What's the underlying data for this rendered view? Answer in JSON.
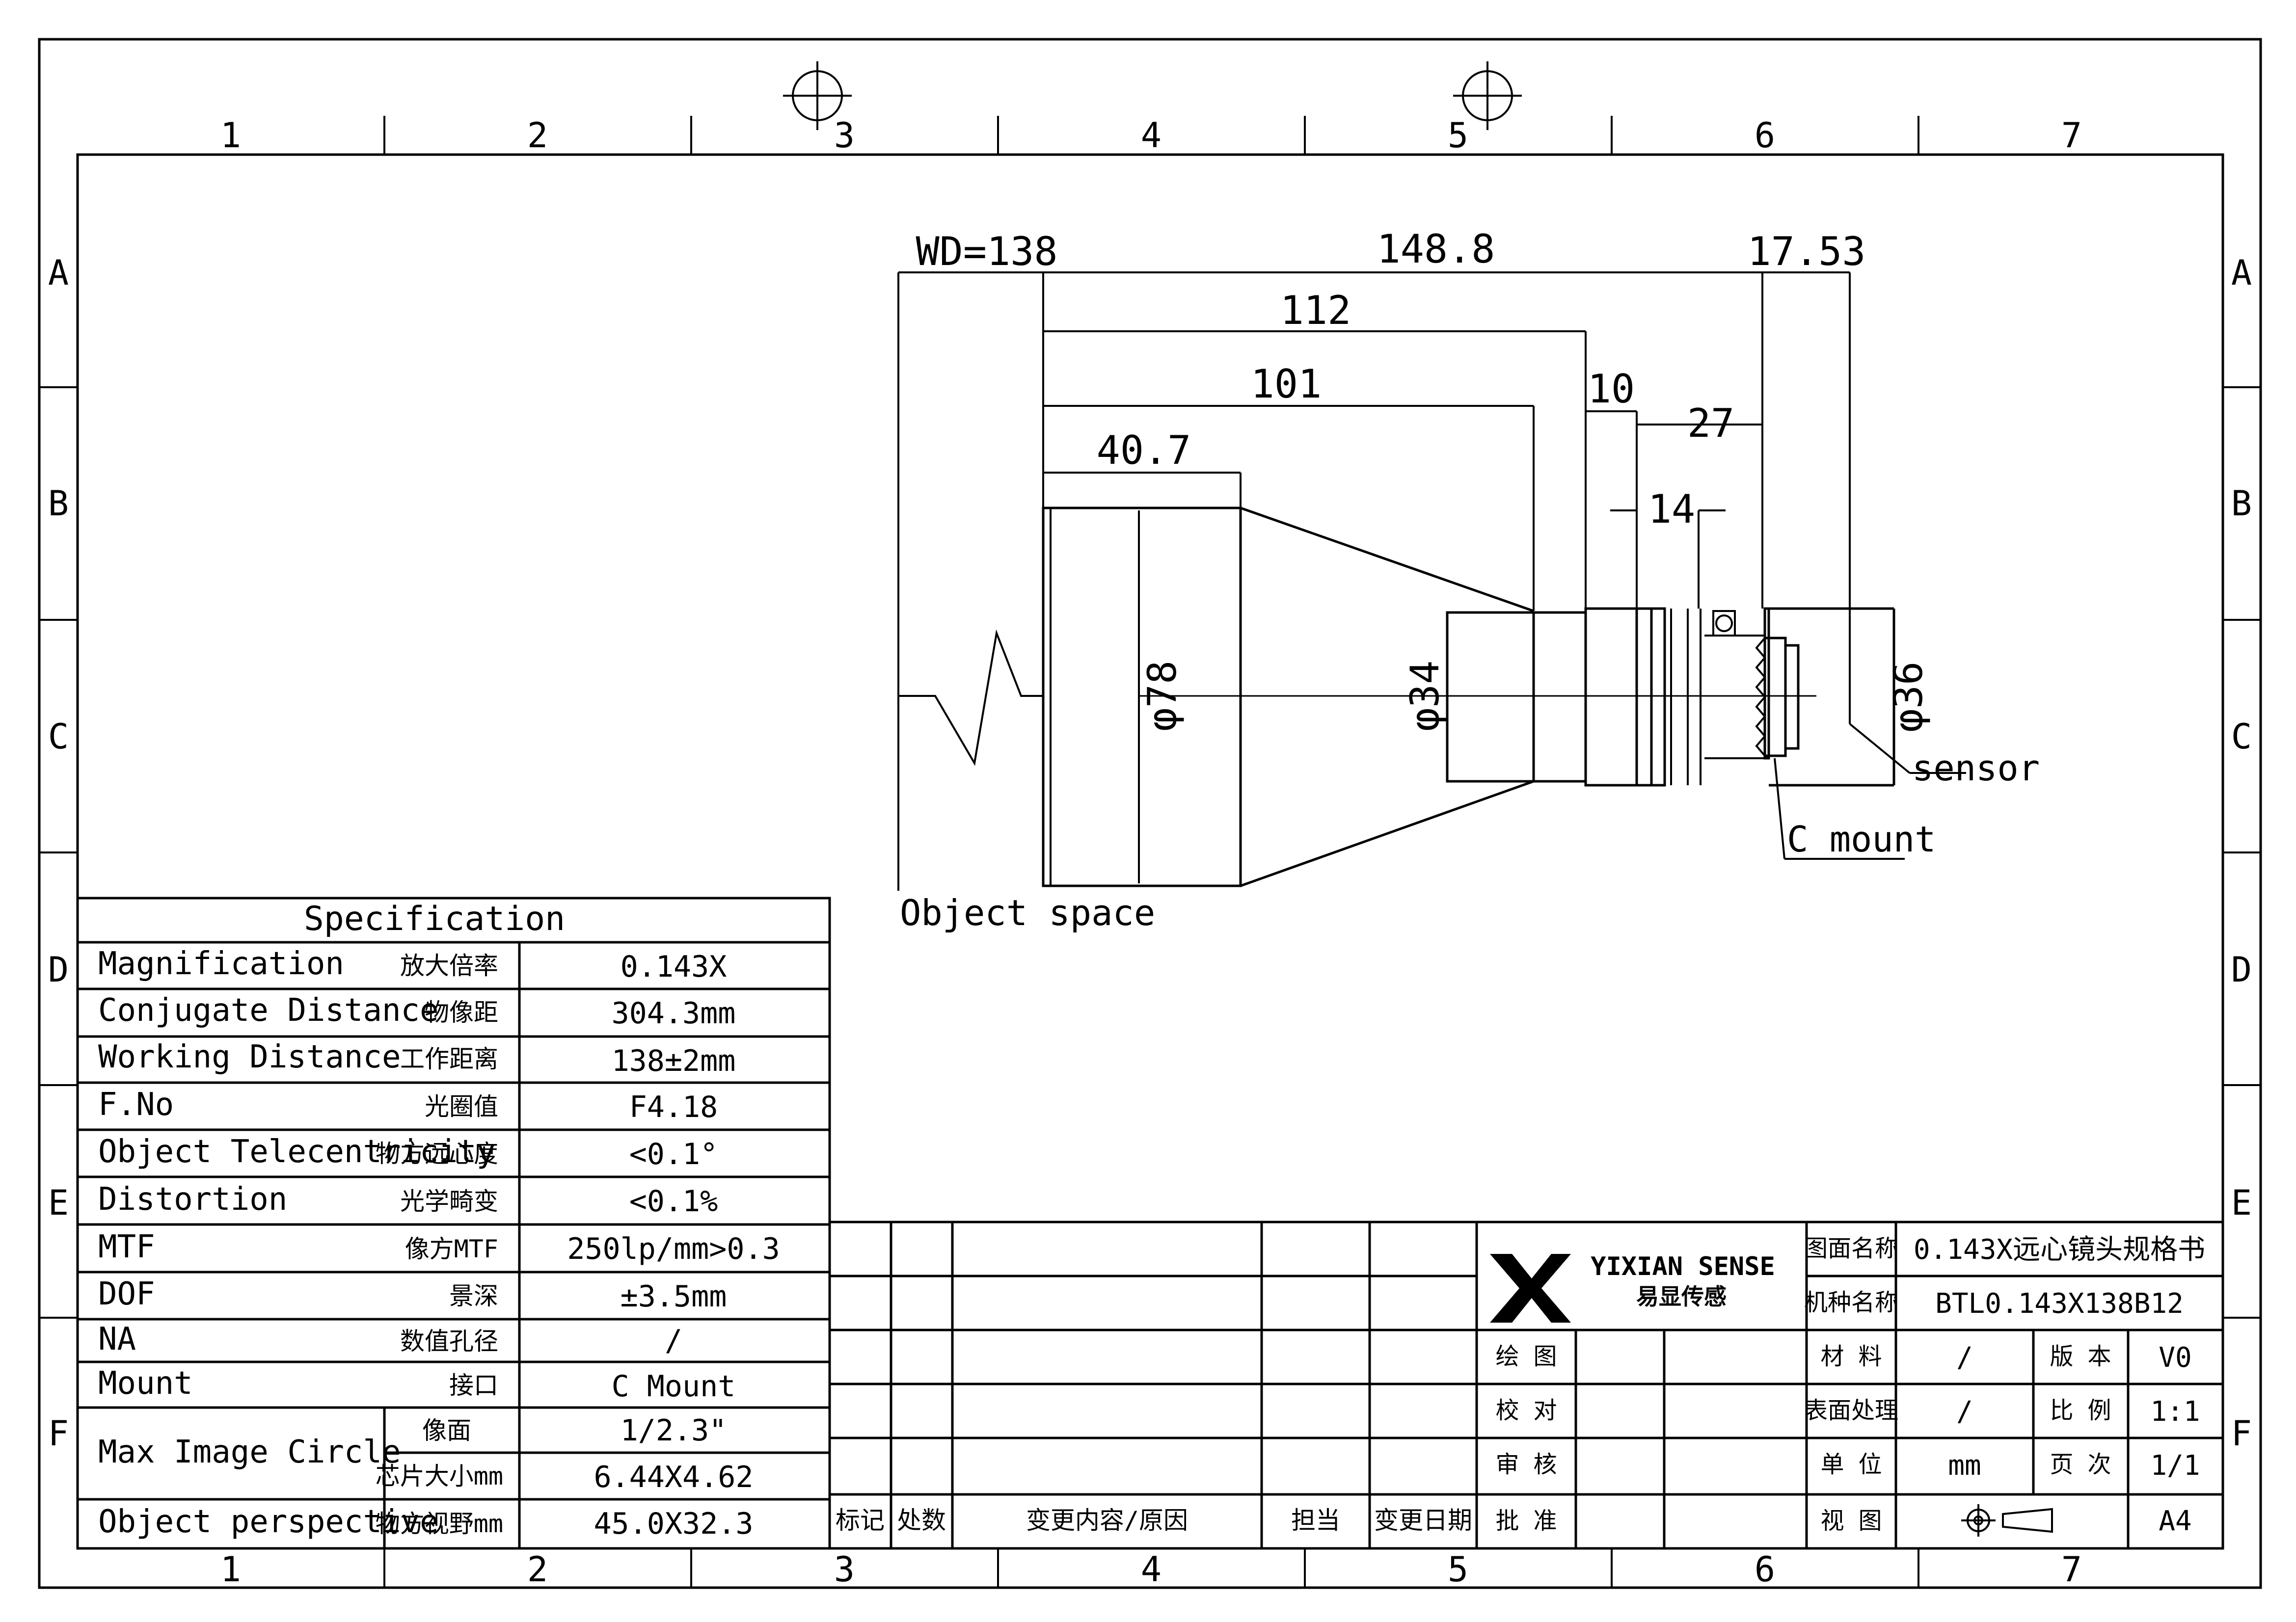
{
  "grid": {
    "columns": [
      "1",
      "2",
      "3",
      "4",
      "5",
      "6",
      "7"
    ],
    "rows": [
      "A",
      "B",
      "C",
      "D",
      "E",
      "F"
    ]
  },
  "dimensions": {
    "wd": "WD=138",
    "total": "148.8",
    "len_112": "112",
    "len_101": "101",
    "len_40_7": "40.7",
    "len_10": "10",
    "len_27": "27",
    "len_14": "14",
    "back_focus": "17.53",
    "dia_78": "φ78",
    "dia_34": "φ34",
    "dia_36": "φ36"
  },
  "labels": {
    "object_space": "Object space",
    "sensor": "sensor",
    "c_mount": "C_mount"
  },
  "spec": {
    "header": "Specification",
    "rows": [
      {
        "en": "Magnification",
        "cn": "放大倍率",
        "value": "0.143X"
      },
      {
        "en": "Conjugate Distance",
        "cn": "物像距",
        "value": "304.3mm"
      },
      {
        "en": "Working Distance",
        "cn": "工作距离",
        "value": "138±2mm"
      },
      {
        "en": "F.No",
        "cn": "光圈值",
        "value": "F4.18"
      },
      {
        "en": "Object Telecentricity",
        "cn": "物方远心度",
        "value": "<0.1°"
      },
      {
        "en": "Distortion",
        "cn": "光学畸变",
        "value": "<0.1%"
      },
      {
        "en": "MTF",
        "cn": "像方MTF",
        "value": "250lp/mm>0.3"
      },
      {
        "en": "DOF",
        "cn": "景深",
        "value": "±3.5mm"
      },
      {
        "en": "NA",
        "cn": "数值孔径",
        "value": "/"
      },
      {
        "en": "Mount",
        "cn": "接口",
        "value": "C Mount"
      }
    ],
    "max_image_circle": {
      "en": "Max Image Circle",
      "sub": [
        {
          "cn": "像面",
          "value": "1/2.3\""
        },
        {
          "cn": "芯片大小mm",
          "value": "6.44X4.62"
        }
      ]
    },
    "object_perspective": {
      "en": "Object perspective",
      "cn": "物方视野mm",
      "value": "45.0X32.3"
    }
  },
  "revision": {
    "headers": [
      "标记",
      "处数",
      "变更内容/原因",
      "担当",
      "变更日期"
    ]
  },
  "title_block": {
    "logo_text": "YIXIAN SENSE",
    "logo_cn": "易显传感",
    "drawing_name_label": "图面名称",
    "drawing_name": "0.143X远心镜头规格书",
    "model_label": "机种名称",
    "model": "BTL0.143X138B12",
    "draw_label": "绘 图",
    "check_label": "校 对",
    "review_label": "审 核",
    "approve_label": "批 准",
    "material_label": "材 料",
    "material": "/",
    "version_label": "版 本",
    "version": "V0",
    "surface_label": "表面处理",
    "surface": "/",
    "scale_label": "比 例",
    "scale": "1:1",
    "unit_label": "单 位",
    "unit": "mm",
    "page_label": "页 次",
    "page": "1/1",
    "view_label": "视 图",
    "size": "A4"
  }
}
